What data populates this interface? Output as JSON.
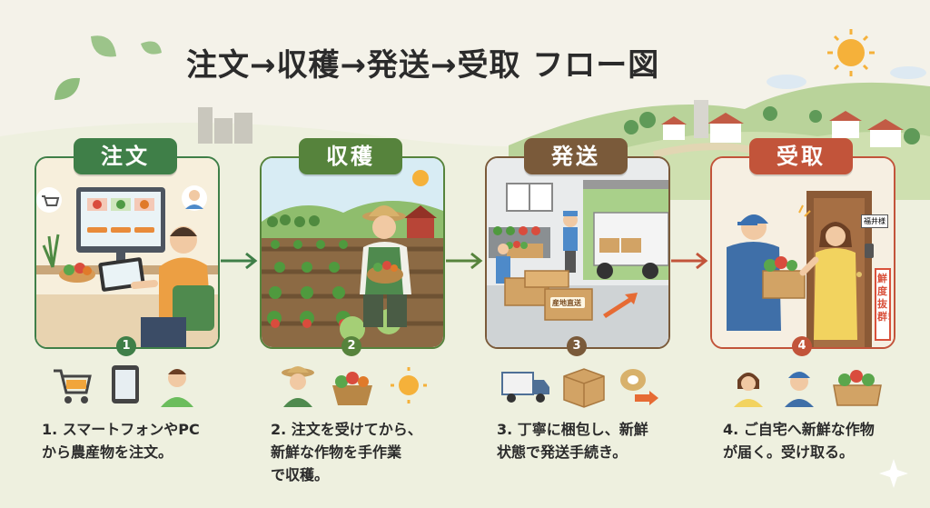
{
  "title": "注文→収穫→発送→受取 フロー図",
  "steps": [
    {
      "label": "注文",
      "number": "1",
      "color": "#3f7f48",
      "caption": [
        "1. スマートフォンやPC",
        "から農産物を注文。"
      ],
      "icons": [
        "shopping-cart-icon",
        "tablet-icon",
        "customer-icon"
      ]
    },
    {
      "label": "収穫",
      "number": "2",
      "color": "#56833c",
      "caption": [
        "2. 注文を受けてから、",
        "新鮮な作物を手作業",
        "で収穫。"
      ],
      "icons": [
        "farmer-icon",
        "vegetable-basket-icon",
        "sun-icon"
      ]
    },
    {
      "label": "発送",
      "number": "3",
      "color": "#7a5a3a",
      "caption": [
        "3. 丁寧に梱包し、新鮮",
        "状態で発送手続き。"
      ],
      "icons": [
        "delivery-truck-icon",
        "cardboard-box-icon",
        "packing-tape-icon"
      ]
    },
    {
      "label": "受取",
      "number": "4",
      "color": "#c2543a",
      "caption": [
        "4. ご自宅へ新鮮な作物",
        "が届く。受け取る。"
      ],
      "icons": [
        "recipient-icon",
        "delivery-person-icon",
        "vegetable-box-icon"
      ]
    }
  ],
  "scene_text": {
    "nameplate": "福井様",
    "crate_label": "産地直送",
    "banner": "鮮度抜群!"
  },
  "arrow_colors": [
    "#3f7f48",
    "#56833c",
    "#c2543a"
  ]
}
